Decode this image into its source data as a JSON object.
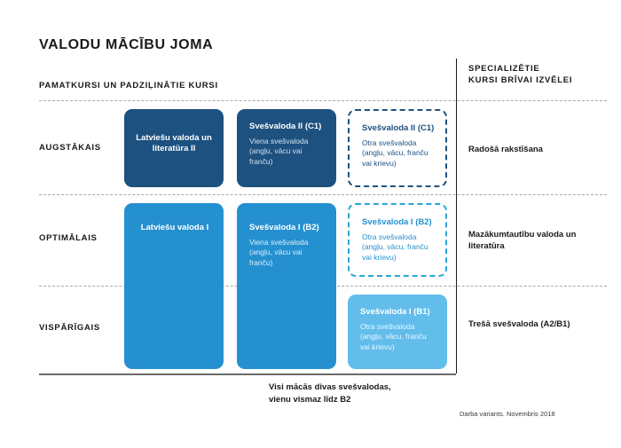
{
  "header": {
    "main_title": "VALODU MĀCĪBU JOMA",
    "section_title": "PAMATKURSI UN PADZIĻINĀTIE KURSI",
    "spec_title_line1": "SPECIALIZĒTIE",
    "spec_title_line2": "KURSI BRĪVAI IZVĒLEI"
  },
  "levels": [
    {
      "label": "AUGSTĀKAIS"
    },
    {
      "label": "OPTIMĀLAIS"
    },
    {
      "label": "VISPĀRĪGAIS"
    }
  ],
  "courses": {
    "latvian_advanced": {
      "title": "Latviešu valoda un literatūra II",
      "subtitle": ""
    },
    "foreign_two_c1": {
      "title": "Svešvaloda II (C1)",
      "subtitle": "Viena svešvaloda (angļu, vācu vai franču)"
    },
    "foreign_two_c1_optional": {
      "title": "Svešvaloda II (C1)",
      "subtitle": "Otra svešvaloda (angļu, vācu, franču vai krievu)"
    },
    "latvian_one": {
      "title": "Latviešu valoda I",
      "subtitle": ""
    },
    "foreign_one_b2": {
      "title": "Svešvaloda I (B2)",
      "subtitle": "Viena svešvaloda (angļu, vācu vai franču)"
    },
    "foreign_one_b2_optional": {
      "title": "Svešvaloda I (B2)",
      "subtitle": "Otra svešvaloda (angļu, vācu, franču vai krievu)"
    },
    "foreign_one_b1": {
      "title": "Svešvaloda I (B1)",
      "subtitle": "Otra svešvaloda (angļu, vācu, franču vai krievu)"
    }
  },
  "specialized": [
    {
      "label": "Radošā rakstīšana"
    },
    {
      "label": "Mazākumtautību valoda un literatūra"
    },
    {
      "label": "Trešā svešvaloda (A2/B1)"
    }
  ],
  "footer": {
    "note_line1": "Visi mācās divas svešvalodas,",
    "note_line2": "vienu vismaz līdz B2",
    "credit": "Darba variants. Novembris 2018"
  },
  "colors": {
    "dark_blue": "#1d5180",
    "mid_blue": "#2590d0",
    "light_blue": "#62bdeb",
    "dashed_mid": "#2aa7d8",
    "text": "#1a1a1a",
    "divider": "#a9a9a9"
  }
}
